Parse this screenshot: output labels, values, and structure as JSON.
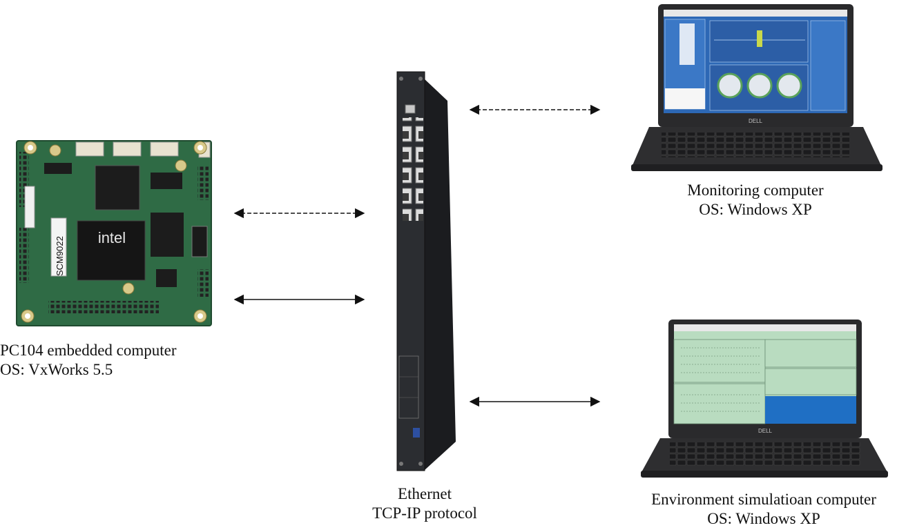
{
  "nodes": {
    "pc104": {
      "name": "PC104 embedded computer",
      "os": "OS: VxWorks 5.5",
      "board_brand": "intel",
      "board_model": "SCM9022"
    },
    "switch": {
      "name": "Ethernet",
      "protocol": "TCP-IP protocol"
    },
    "monitor": {
      "name": "Monitoring computer",
      "os": "OS: Windows XP",
      "laptop_brand": "DELL"
    },
    "envsim": {
      "name": "Environment simulatioan computer",
      "os": "OS: Windows XP",
      "laptop_brand": "DELL"
    }
  },
  "links": [
    {
      "from": "pc104",
      "to": "switch",
      "style": "dashed",
      "direction": "bidirectional"
    },
    {
      "from": "pc104",
      "to": "switch",
      "style": "solid",
      "direction": "bidirectional"
    },
    {
      "from": "switch",
      "to": "monitor",
      "style": "dashed",
      "direction": "bidirectional"
    },
    {
      "from": "switch",
      "to": "envsim",
      "style": "solid",
      "direction": "bidirectional"
    }
  ],
  "colors": {
    "board_pcb": "#2f6b45",
    "switch_body": "#2b2d31",
    "laptop_body": "#2a2a2c",
    "screen_blue": "#2d68b5",
    "screen_green": "#b9dcc0"
  }
}
